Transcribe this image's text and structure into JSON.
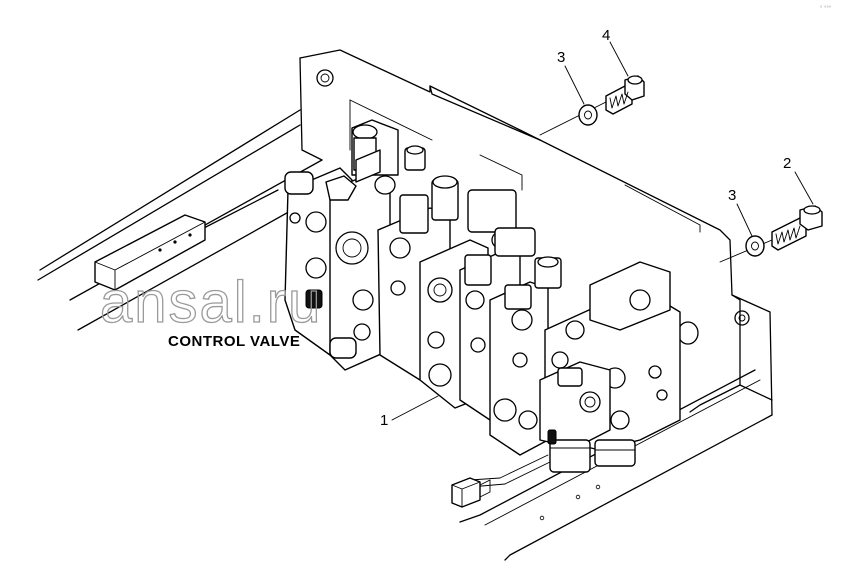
{
  "caption": "CONTROL VALVE",
  "watermark": "ansal.ru",
  "corner_mark": "° °°°",
  "callouts": [
    {
      "id": "1",
      "label": "1"
    },
    {
      "id": "2",
      "label": "2"
    },
    {
      "id": "3a",
      "label": "3"
    },
    {
      "id": "3b",
      "label": "3"
    },
    {
      "id": "4",
      "label": "4"
    }
  ],
  "colors": {
    "ink": "#000000",
    "watermark": "#9a9a9a",
    "paper": "#ffffff"
  }
}
